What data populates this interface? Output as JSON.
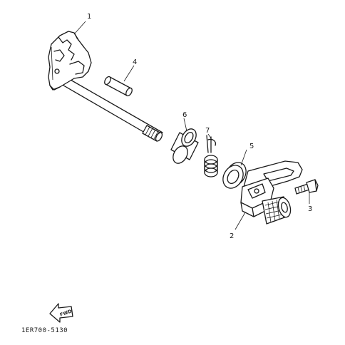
{
  "labels": {
    "p1": "1",
    "p2": "2",
    "p3": "3",
    "p4": "4",
    "p5": "5",
    "p6": "6",
    "p7": "7"
  },
  "direction_arrow": "FWD",
  "drawing_code": "1ER700-5130"
}
